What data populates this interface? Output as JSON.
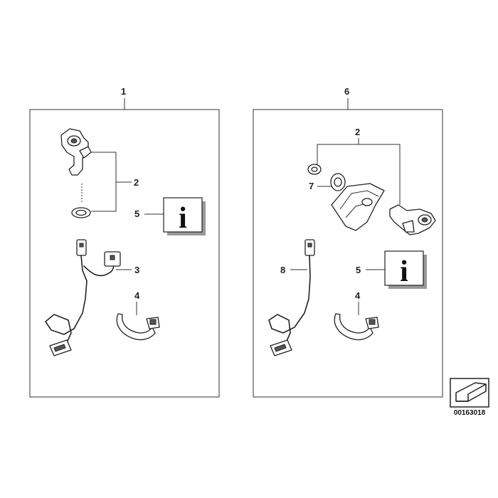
{
  "diagram": {
    "kit_left": {
      "number": "1"
    },
    "kit_right": {
      "number": "6"
    },
    "callouts": {
      "left_socket": "2",
      "left_info": "5",
      "left_harness": "3",
      "left_strap": "4",
      "right_socket": "2",
      "right_washer": "7",
      "right_harness": "8",
      "right_info": "5",
      "right_strap": "4"
    },
    "info_glyph": "i",
    "reference_number": "00163018",
    "icons": [
      "info-icon",
      "arrow-icon"
    ]
  }
}
